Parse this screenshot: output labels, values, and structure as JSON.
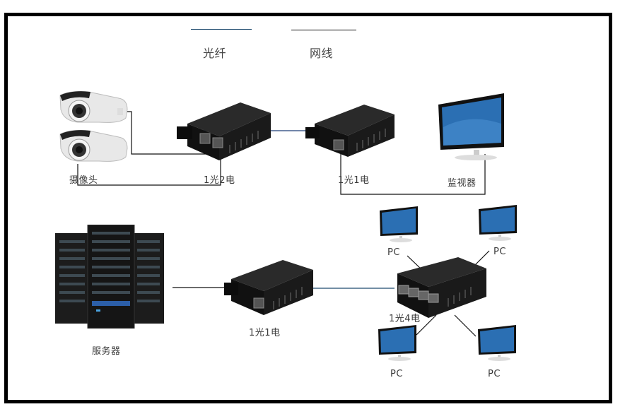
{
  "legend": {
    "items": [
      {
        "label": "光纤",
        "meaning": "fiber optic",
        "color": "#1e4a6e"
      },
      {
        "label": "网线",
        "meaning": "network cable",
        "color": "#111111"
      }
    ]
  },
  "nodes": {
    "cameras": {
      "label": "摄像头",
      "icon": "security-camera-icon",
      "count": 2
    },
    "converter_1f2e": {
      "label": "1光2电",
      "icon": "media-converter-icon"
    },
    "converter_1f1e_top": {
      "label": "1光1电",
      "icon": "media-converter-icon"
    },
    "monitor": {
      "label": "监视器",
      "icon": "monitor-icon"
    },
    "servers": {
      "label": "服务器",
      "icon": "server-rack-icon"
    },
    "converter_1f1e_bottom": {
      "label": "1光1电",
      "icon": "media-converter-icon"
    },
    "switch_1f4e": {
      "label": "1光4电",
      "icon": "fiber-switch-icon"
    },
    "pcs": [
      {
        "label": "PC",
        "icon": "pc-monitor-icon"
      },
      {
        "label": "PC",
        "icon": "pc-monitor-icon"
      },
      {
        "label": "PC",
        "icon": "pc-monitor-icon"
      },
      {
        "label": "PC",
        "icon": "pc-monitor-icon"
      }
    ]
  },
  "colors": {
    "fiber": "#1f3f78",
    "cable": "#111111",
    "frame": "#000000",
    "device_body": "#151515",
    "screen": "#2b6fb3"
  }
}
